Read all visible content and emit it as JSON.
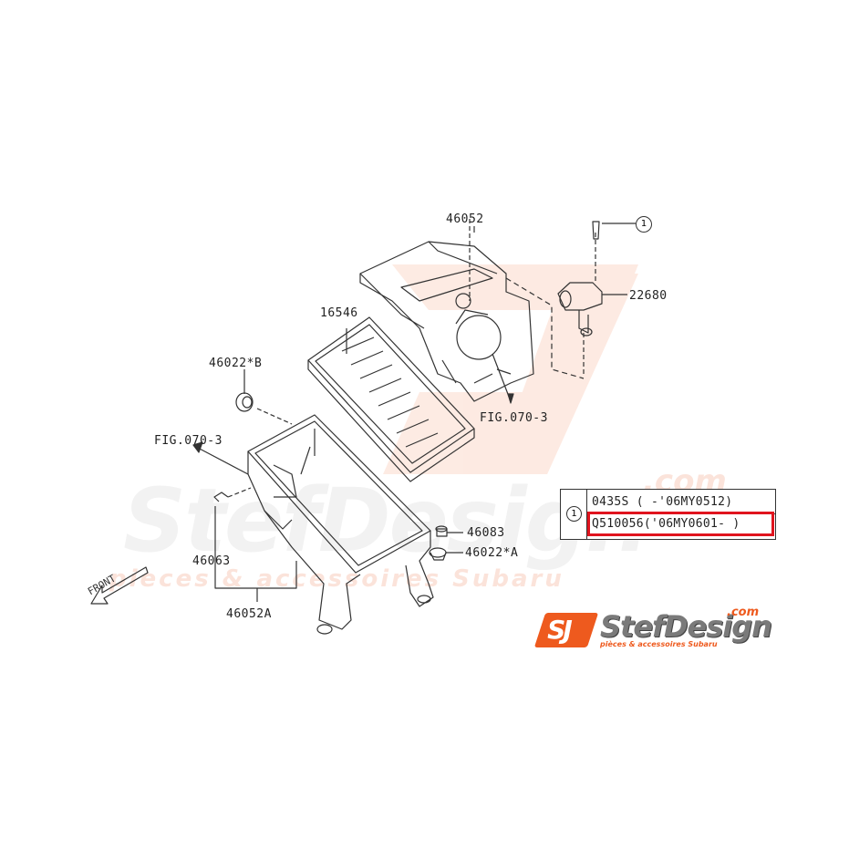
{
  "diagram": {
    "type": "exploded parts diagram",
    "subject": "air cleaner assembly",
    "part_labels": [
      {
        "id": "46052",
        "text": "46052"
      },
      {
        "id": "22680",
        "text": "22680"
      },
      {
        "id": "16546",
        "text": "16546"
      },
      {
        "id": "46022B",
        "text": "46022*B"
      },
      {
        "id": "fig_upper",
        "text": "FIG.070-3"
      },
      {
        "id": "fig_left",
        "text": "FIG.070-3"
      },
      {
        "id": "46083",
        "text": "46083"
      },
      {
        "id": "46022A",
        "text": "46022*A"
      },
      {
        "id": "46063",
        "text": "46063"
      },
      {
        "id": "46052A",
        "text": "46052A"
      }
    ],
    "callout_marker": "1",
    "front_label": "FRONT"
  },
  "legend": {
    "marker": "1",
    "rows": [
      {
        "text": "0435S  ( -'06MY0512)"
      },
      {
        "text": "Q510056('06MY0601- )"
      }
    ],
    "highlighted_row": 1,
    "highlight_color": "#e0141e"
  },
  "watermark": {
    "big": "StefDesign",
    "small": "pieces & accessoires Subaru",
    "com": ".com"
  },
  "logo": {
    "mark": "SJ",
    "name": "StefDesign",
    "domain": ".com",
    "tagline": "pièces & accessoires Subaru",
    "accent": "#ee5a1e",
    "text_color": "#7a7a7a"
  }
}
